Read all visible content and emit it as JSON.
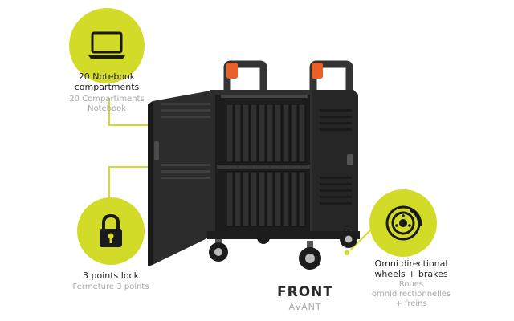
{
  "features": {
    "compartments": {
      "title_lines": [
        "20 Notebook",
        "compartments"
      ],
      "subtitle_lines": [
        "20 Compartiments",
        "Notebook"
      ],
      "icon": "laptop-icon"
    },
    "lock": {
      "title_lines": [
        "3 points lock"
      ],
      "subtitle_lines": [
        "Fermeture 3 points"
      ],
      "icon": "padlock-icon"
    },
    "wheels": {
      "title_lines": [
        "Omni directional",
        "wheels  + brakes"
      ],
      "subtitle_lines": [
        "Roues",
        "omnidirectionnelles",
        "+ freins"
      ],
      "icon": "brake-disc-icon"
    }
  },
  "view": {
    "title": "FRONT",
    "subtitle": "AVANT"
  },
  "colors": {
    "accent": "#d2dc28",
    "cabinet": "#2b2b2b",
    "handle": "#e8602a",
    "callout_line": "#d2dc28"
  }
}
